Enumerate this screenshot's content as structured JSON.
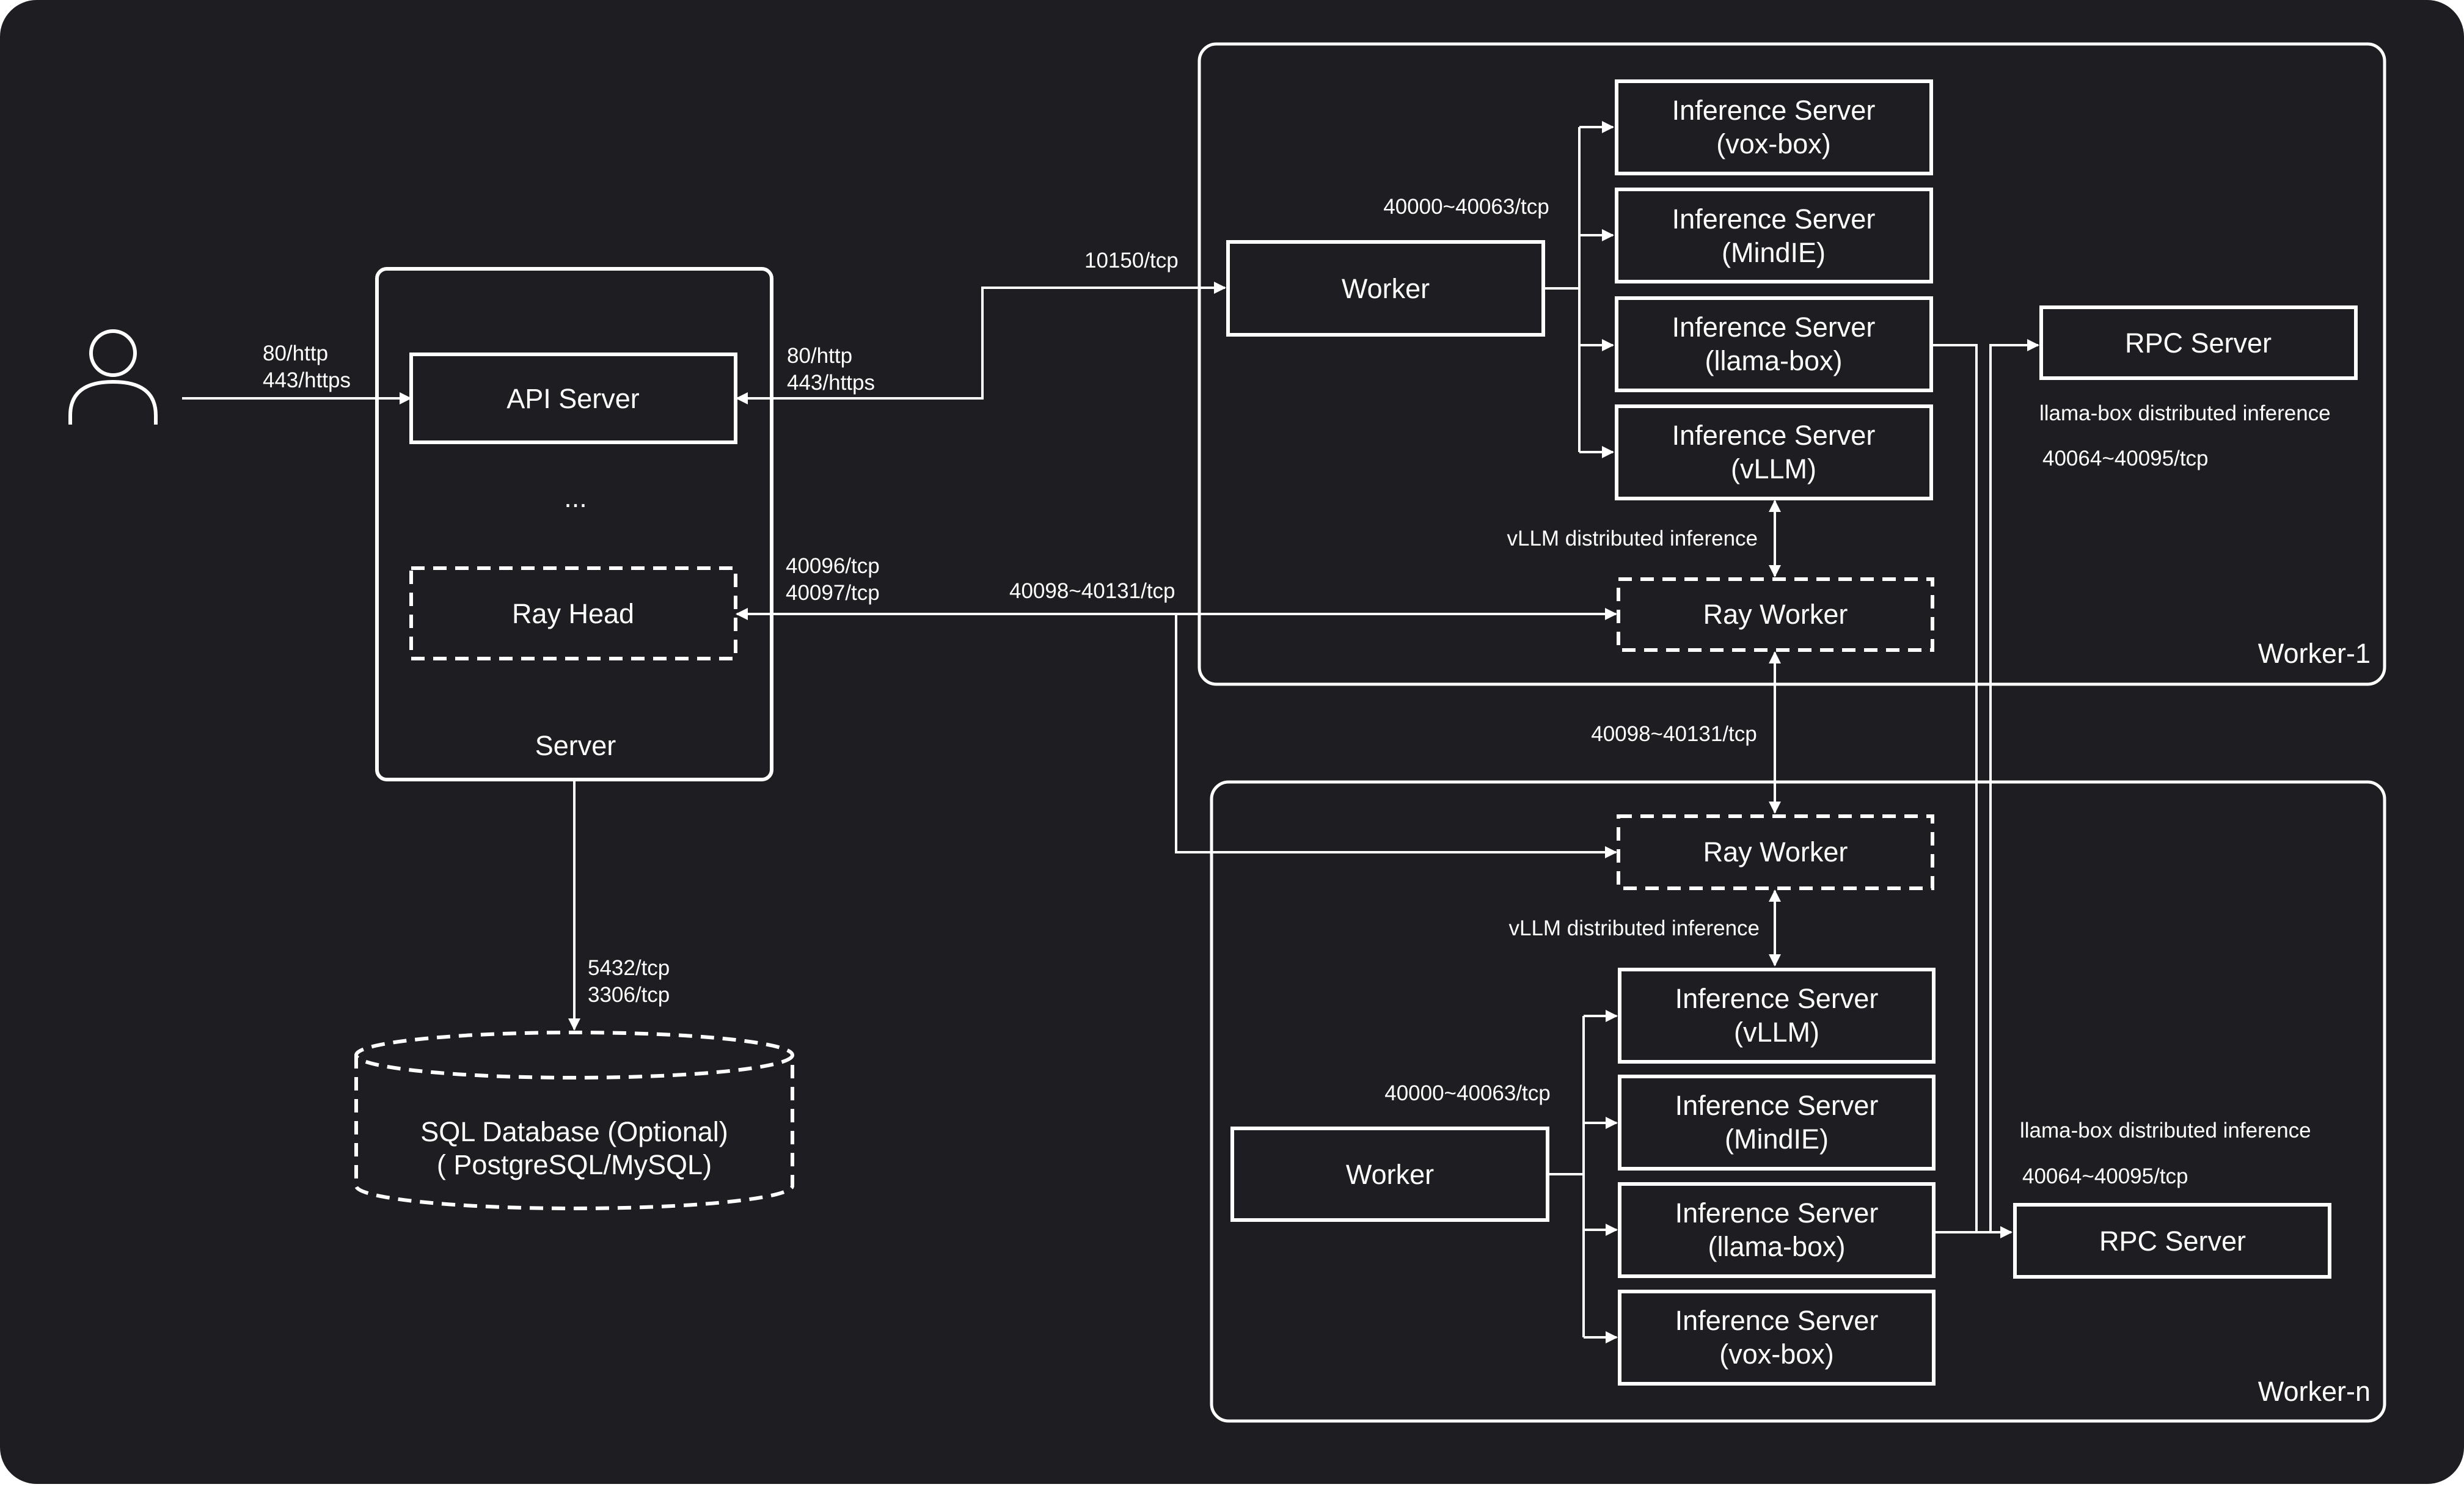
{
  "server": {
    "title": "Server",
    "api_server": "API Server",
    "ellipsis": "...",
    "ray_head": "Ray Head",
    "user_ports": [
      "80/http",
      "443/https"
    ],
    "api_ports": [
      "80/http",
      "443/https"
    ],
    "ray_head_ports": [
      "40096/tcp",
      "40097/tcp"
    ],
    "ray_port": "40098~40131/tcp"
  },
  "database": {
    "line1": "SQL Database (Optional)",
    "line2": "( PostgreSQL/MySQL)",
    "ports": [
      "5432/tcp",
      "3306/tcp"
    ]
  },
  "worker1": {
    "title": "Worker-1",
    "worker": "Worker",
    "worker_port": "10150/tcp",
    "inference_ports": "40000~40063/tcp",
    "servers": [
      {
        "line1": "Inference Server",
        "line2": "(vox-box)"
      },
      {
        "line1": "Inference Server",
        "line2": "(MindIE)"
      },
      {
        "line1": "Inference Server",
        "line2": "(llama-box)"
      },
      {
        "line1": "Inference Server",
        "line2": "(vLLM)"
      }
    ],
    "rpc_server": "RPC Server",
    "rpc_note": "llama-box distributed inference",
    "rpc_ports": "40064~40095/tcp",
    "vllm_note": "vLLM distributed inference",
    "ray_worker": "Ray Worker"
  },
  "between": {
    "ray_ports": "40098~40131/tcp"
  },
  "workern": {
    "title": "Worker-n",
    "worker": "Worker",
    "inference_ports": "40000~40063/tcp",
    "servers": [
      {
        "line1": "Inference Server",
        "line2": "(vLLM)"
      },
      {
        "line1": "Inference Server",
        "line2": "(MindIE)"
      },
      {
        "line1": "Inference Server",
        "line2": "(llama-box)"
      },
      {
        "line1": "Inference Server",
        "line2": "(vox-box)"
      }
    ],
    "rpc_server": "RPC Server",
    "rpc_note": "llama-box distributed inference",
    "rpc_ports": "40064~40095/tcp",
    "vllm_note": "vLLM distributed inference",
    "ray_worker": "Ray Worker"
  },
  "colors": {
    "background": "#1e1e22",
    "line": "#ffffff"
  }
}
